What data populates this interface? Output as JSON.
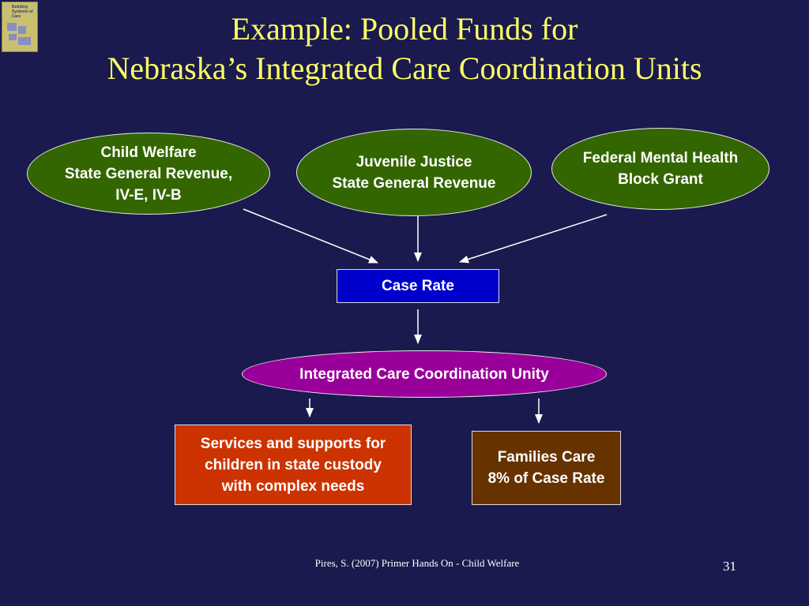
{
  "logo": {
    "text": "Building Systems of Care"
  },
  "title": {
    "line1": "Example: Pooled Funds for",
    "line2": "Nebraska’s Integrated Care Coordination Units"
  },
  "sources": [
    {
      "lines": [
        "Child Welfare",
        "State General Revenue,",
        "IV-E, IV-B"
      ]
    },
    {
      "lines": [
        "Juvenile Justice",
        "State General Revenue"
      ]
    },
    {
      "lines": [
        "Federal Mental Health",
        "Block Grant"
      ]
    }
  ],
  "case_rate": {
    "label": "Case Rate"
  },
  "icc_unit": {
    "label": "Integrated Care Coordination Unity"
  },
  "outputs": {
    "services": {
      "lines": [
        "Services and supports for",
        "children in state custody",
        "with complex needs"
      ]
    },
    "families": {
      "lines": [
        "Families Care",
        "8% of Case Rate"
      ]
    }
  },
  "colors": {
    "background": "#1a1a4e",
    "title": "#ffff66",
    "source_fill": "#336600",
    "case_rate_fill": "#0000cc",
    "icc_fill": "#990099",
    "services_fill": "#cc3300",
    "families_fill": "#663300"
  },
  "footer": {
    "citation": "Pires, S. (2007) Primer Hands On - Child Welfare",
    "page_number": "31"
  }
}
